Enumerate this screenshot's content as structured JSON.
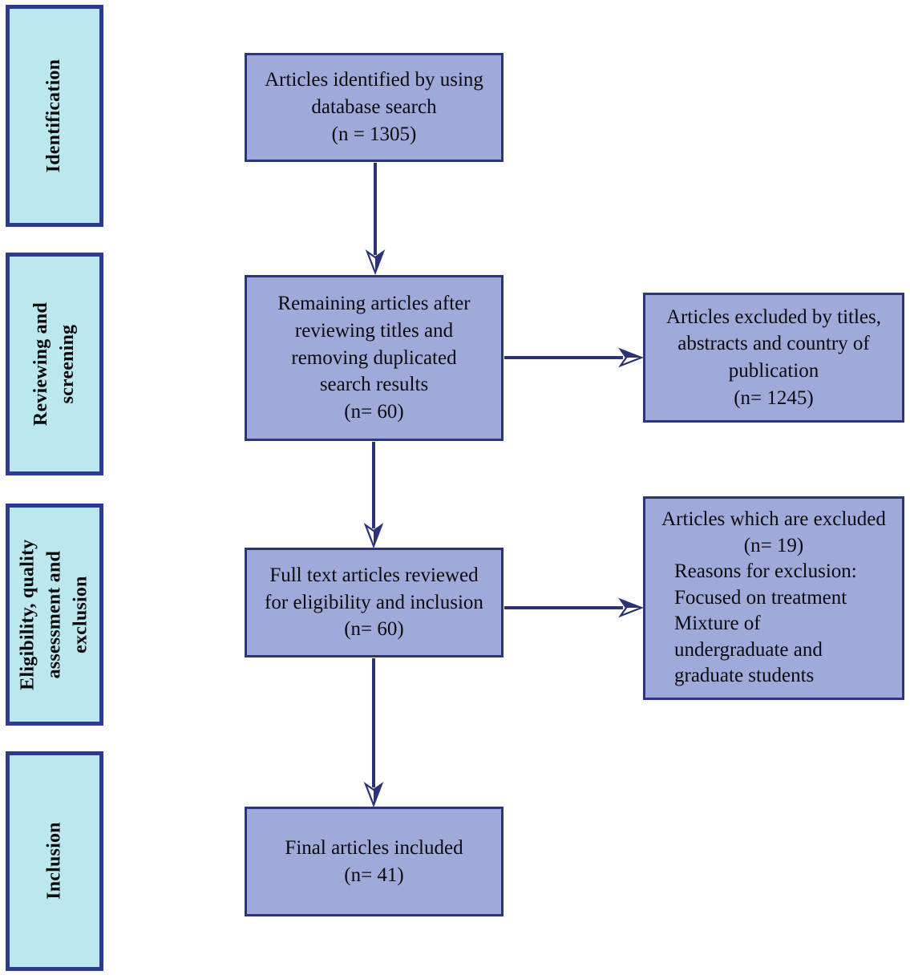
{
  "colors": {
    "stage_fill": "#BBE8EE",
    "stage_border": "#2E3A90",
    "node_fill": "#A0AADA",
    "node_border": "#2C3480",
    "arrow": "#2B3278",
    "background": "#FFFFFF",
    "text": "#0A0A0C"
  },
  "sidebar": {
    "stages": [
      {
        "label": "Identification"
      },
      {
        "label": "Reviewing and\nscreening"
      },
      {
        "label": "Eligibility, quality\nassessment and\nexclusion"
      },
      {
        "label": "Inclusion"
      }
    ]
  },
  "flow": {
    "identified": {
      "text": "Articles identified by using\ndatabase search\n(n = 1305)",
      "n": 1305
    },
    "remaining": {
      "text": "Remaining articles after\nreviewing titles and\nremoving duplicated\nsearch results\n(n= 60)",
      "n": 60
    },
    "fulltext": {
      "text": "Full text articles reviewed\nfor eligibility and inclusion\n(n= 60)",
      "n": 60
    },
    "final": {
      "text": "Final articles included\n(n= 41)",
      "n": 41
    },
    "excluded_titles": {
      "text": "Articles excluded by titles,\nabstracts and country of\npublication\n(n= 1245)",
      "n": 1245
    },
    "excluded_fulltext": {
      "head": "Articles which are excluded\n(n= 19)",
      "reasons": "Reasons for exclusion:\nFocused on treatment\nMixture of\nundergraduate and\ngraduate students",
      "n": 19
    }
  }
}
